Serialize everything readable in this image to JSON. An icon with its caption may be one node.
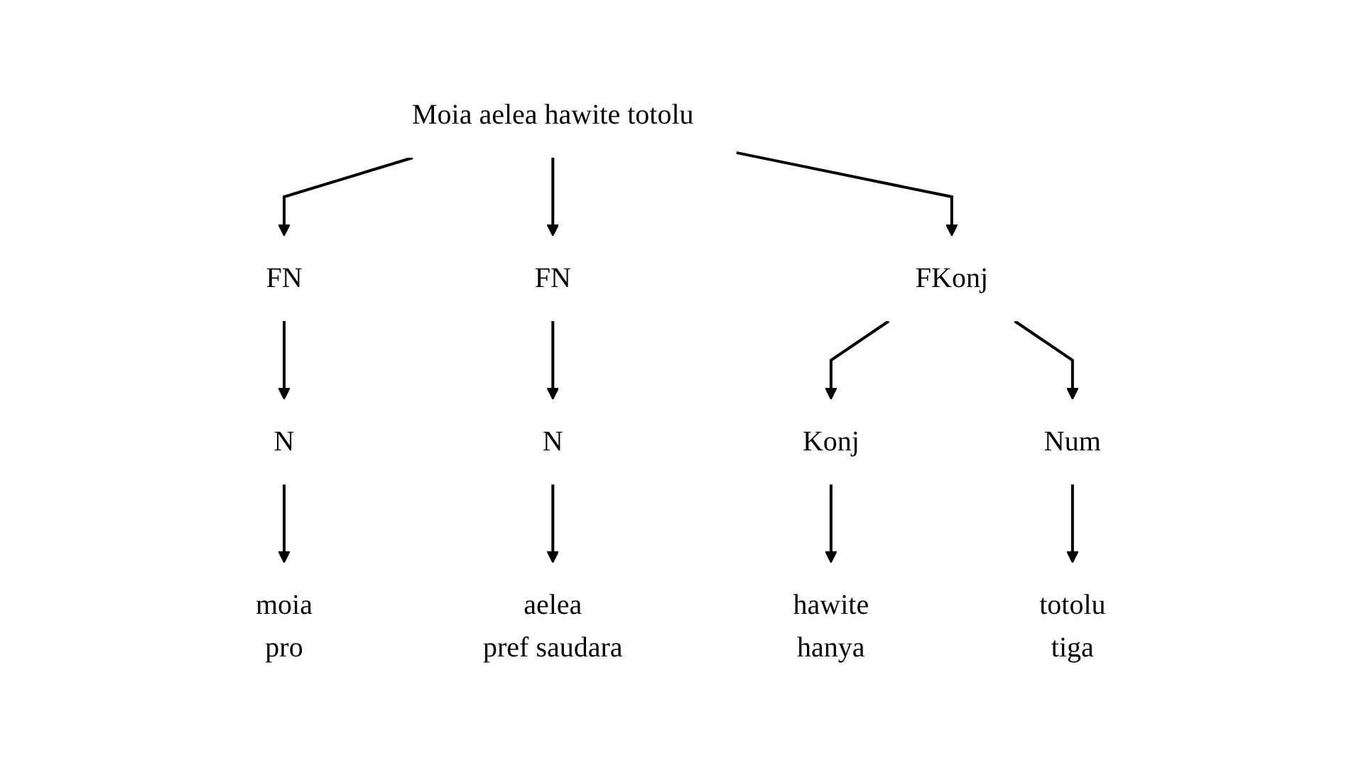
{
  "diagram": {
    "nodes": [
      {
        "text": [
          "Moia aelea hawite totolu"
        ]
      },
      {
        "text": [
          "FN"
        ]
      },
      {
        "text": [
          "FN"
        ]
      },
      {
        "text": [
          "FKonj"
        ]
      },
      {
        "text": [
          "N"
        ]
      },
      {
        "text": [
          "N"
        ]
      },
      {
        "text": [
          "Konj"
        ]
      },
      {
        "text": [
          "Num"
        ]
      },
      {
        "text": [
          "moia",
          "pro"
        ]
      },
      {
        "text": [
          "aelea",
          "pref saudara"
        ]
      },
      {
        "text": [
          "hawite",
          "hanya"
        ]
      },
      {
        "text": [
          "totolu",
          "tiga"
        ]
      }
    ],
    "edges": [
      {
        "from": 0,
        "to": 1,
        "arrow": "to"
      },
      {
        "from": 0,
        "to": 2,
        "arrow": "to"
      },
      {
        "from": 0,
        "to": 3,
        "arrow": "to"
      },
      {
        "from": 1,
        "to": 4,
        "arrow": "to"
      },
      {
        "from": 2,
        "to": 5,
        "arrow": "to"
      },
      {
        "from": 3,
        "to": 6,
        "arrow": "to"
      },
      {
        "from": 3,
        "to": 7,
        "arrow": "to"
      },
      {
        "from": 4,
        "to": 8,
        "arrow": "to"
      },
      {
        "from": 5,
        "to": 9,
        "arrow": "to"
      },
      {
        "from": 6,
        "to": 10,
        "arrow": "to"
      },
      {
        "from": 7,
        "to": 11,
        "arrow": "to"
      }
    ]
  }
}
